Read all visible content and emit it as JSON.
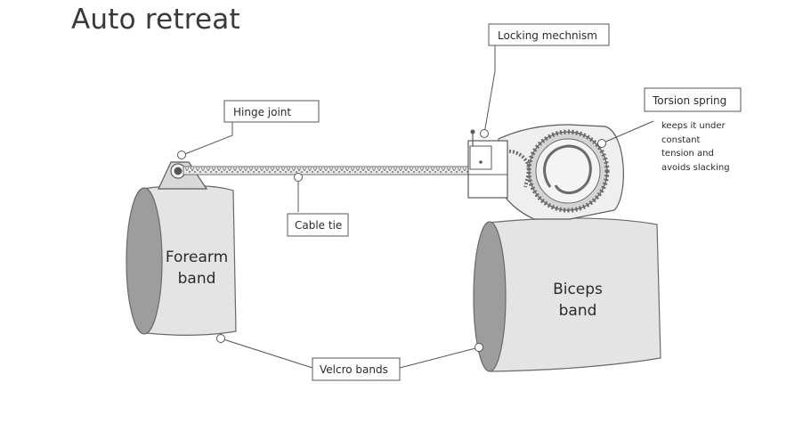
{
  "title": "Auto retreat",
  "callouts": {
    "hinge_joint": "Hinge joint",
    "locking_mechanism": "Locking mechnism",
    "torsion_spring": "Torsion spring",
    "cable_tie": "Cable tie",
    "velcro_bands": "Velcro bands"
  },
  "torsion_note": [
    "keeps it under",
    "constant",
    "tension and",
    "avoids slacking"
  ],
  "bands": {
    "forearm": [
      "Forearm",
      "band"
    ],
    "biceps": [
      "Biceps",
      "band"
    ]
  },
  "colors": {
    "band_fill": "#e4e4e4",
    "band_inner": "#9a9a9a",
    "outline": "#5a5a5a",
    "spring_fill": "#d4d4d4"
  }
}
